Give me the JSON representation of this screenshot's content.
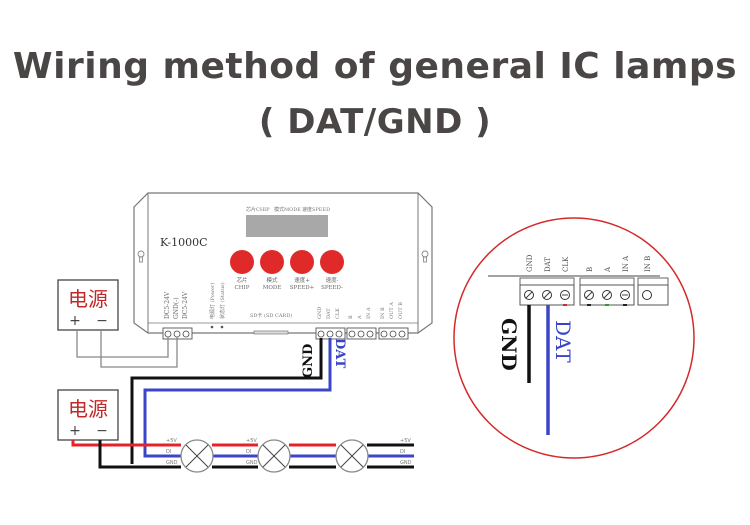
{
  "title": {
    "line1": "Wiring method of general IC lamps",
    "line2": "( DAT/GND )"
  },
  "controller": {
    "model": "K-1000C",
    "display_labels": [
      "芯片CHIP",
      "模式MODE",
      "速度SPEED"
    ],
    "buttons": [
      {
        "cn": "芯片",
        "en": "CHIP"
      },
      {
        "cn": "模式",
        "en": "MODE"
      },
      {
        "cn": "速度+",
        "en": "SPEED+"
      },
      {
        "cn": "速度-",
        "en": "SPEED-"
      }
    ],
    "power_terminals": [
      "DC5-24V",
      "GND(-)",
      "DC5-24V"
    ],
    "indicators": [
      "电源灯 (Power)",
      "状态灯 (Status)"
    ],
    "sd_label": "SD卡 (SD CARD)",
    "output_terminals": [
      "GND",
      "DAT",
      "CLK",
      "B",
      "A",
      "IN A",
      "IN B",
      "OUT A",
      "OUT B"
    ]
  },
  "power_supplies": [
    {
      "label": "电源",
      "plus": "+",
      "minus": "−"
    },
    {
      "label": "电源",
      "plus": "+",
      "minus": "−"
    }
  ],
  "wires": {
    "gnd_label": "GND",
    "dat_label": "DAT"
  },
  "lamps": {
    "count": 3,
    "pin_labels": [
      "+5V",
      "DI",
      "GND"
    ]
  },
  "detail": {
    "terminal_labels": [
      "GND",
      "DAT",
      "CLK",
      "B",
      "A",
      "IN A",
      "IN B"
    ],
    "gnd_label": "GND",
    "dat_label": "DAT"
  },
  "colors": {
    "title": "#4a4646",
    "button_red": "#e02a2a",
    "power_label_red": "#c0282a",
    "wire_red": "#e8202a",
    "wire_blue": "#3a45c8",
    "wire_black": "#111111",
    "circle_outline": "#d42a2a",
    "display_gray": "#a8a8a8"
  }
}
